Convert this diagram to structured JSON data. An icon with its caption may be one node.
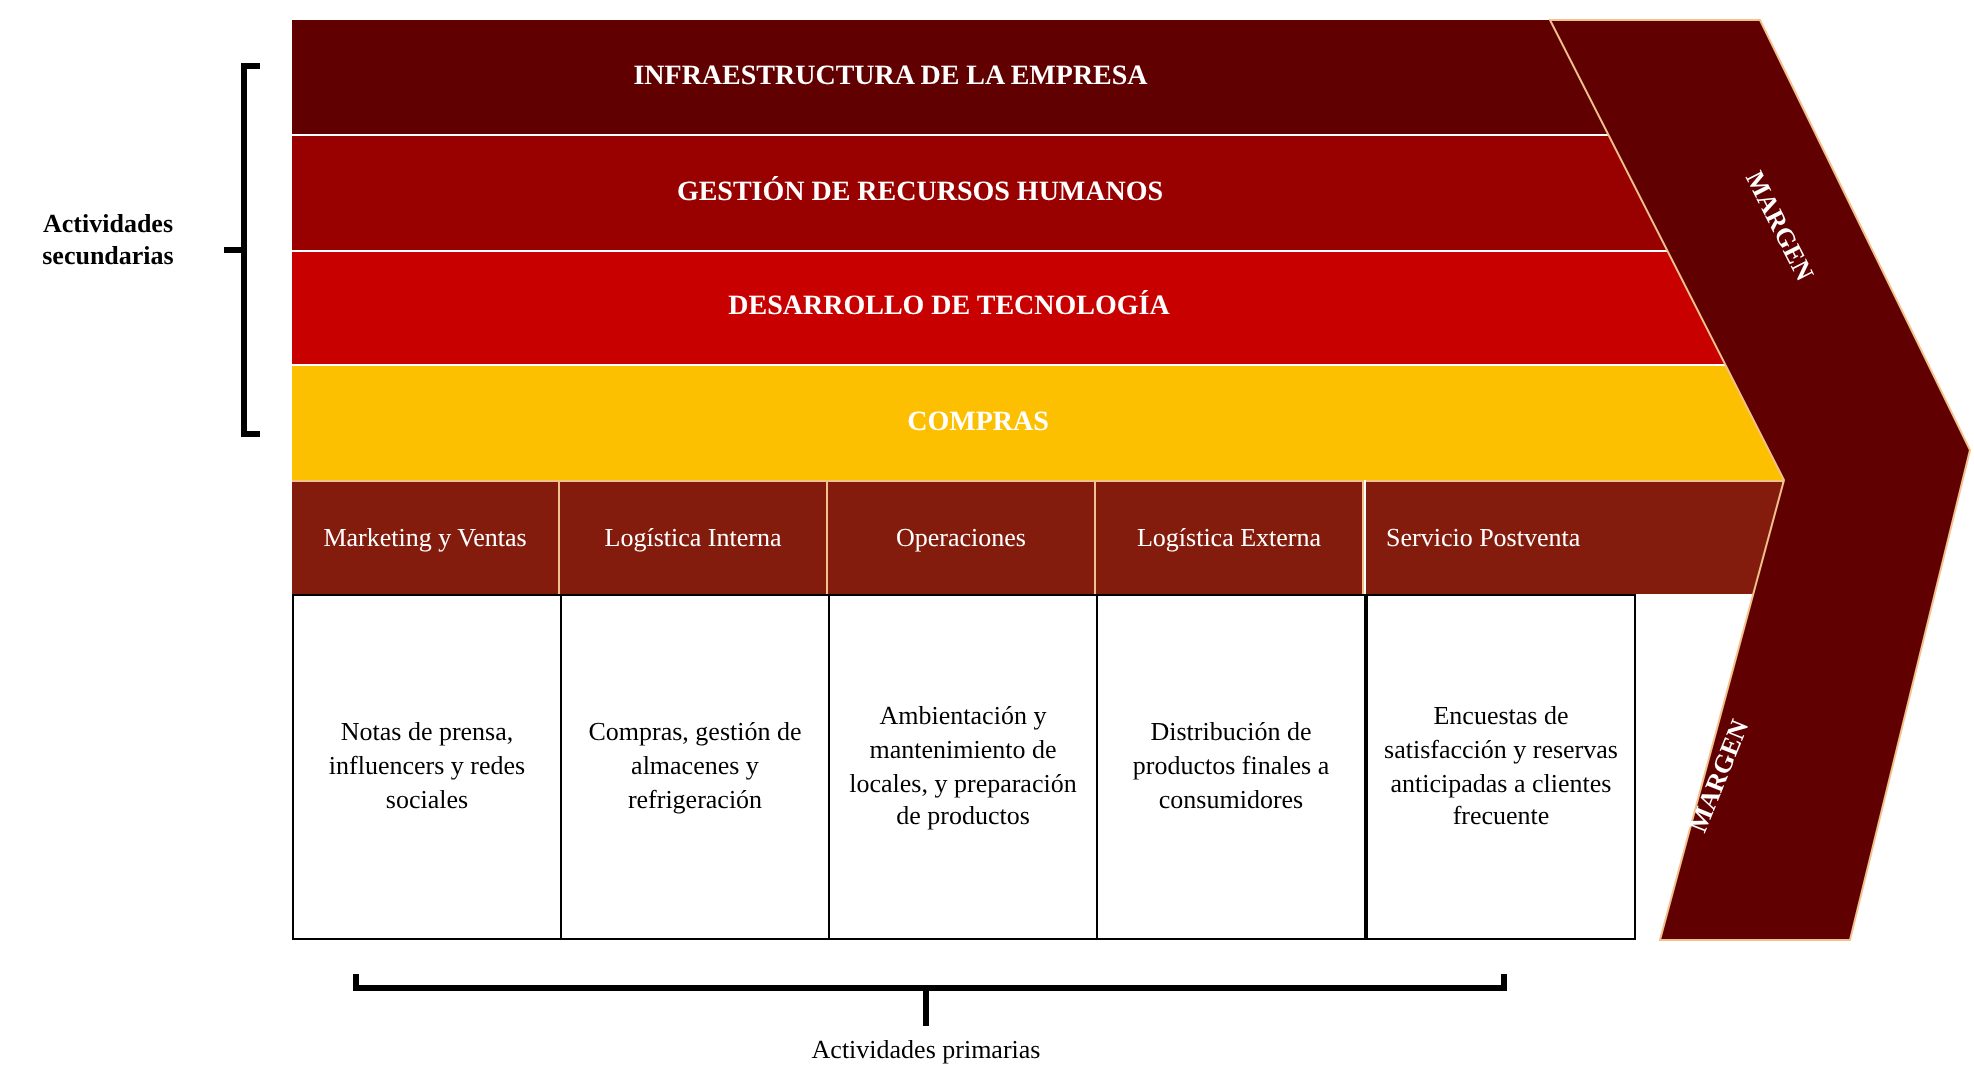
{
  "diagram": {
    "nodes": [
      {
        "text": [
          "INFRAESTRUCTURA DE LA EMPRESA"
        ]
      },
      {
        "text": [
          "GESTIÓN DE RECURSOS HUMANOS"
        ]
      },
      {
        "text": [
          "DESARROLLO DE TECNOLOGÍA"
        ]
      },
      {
        "text": [
          "COMPRAS"
        ]
      },
      {
        "text": [
          "Marketing y Ventas"
        ]
      },
      {
        "text": [
          "Logística Interna"
        ]
      },
      {
        "text": [
          "Operaciones"
        ]
      },
      {
        "text": [
          "Logística Externa"
        ]
      },
      {
        "text": [
          "Servicio Postventa"
        ]
      },
      {
        "text": [
          "Notas de prensa, influencers y redes sociales"
        ]
      },
      {
        "text": [
          "Compras, gestión de almacenes y refrigeración"
        ]
      },
      {
        "text": [
          "Ambientación y mantenimiento de locales, y preparación de productos"
        ]
      },
      {
        "text": [
          "Distribución de productos finales a consumidores"
        ]
      },
      {
        "text": [
          "Encuestas de satisfacción y reservas anticipadas a clientes frecuente"
        ]
      },
      {
        "text": [
          "MARGEN",
          "MARGEN"
        ]
      }
    ],
    "labels": [
      "Actividades secundarias",
      "Actividades primarias"
    ]
  }
}
